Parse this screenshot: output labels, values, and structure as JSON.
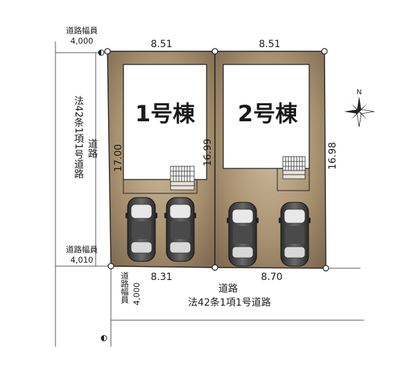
{
  "plot1": {
    "building_label": "1号棟",
    "top_width": "8.51",
    "bottom_width": "8.31",
    "left_depth": "17.00",
    "right_depth": "16.99"
  },
  "plot2": {
    "building_label": "2号棟",
    "top_width": "8.51",
    "bottom_width": "8.70",
    "right_depth": "16.98"
  },
  "road_width_top": {
    "label": "道路幅員",
    "value": "4,000"
  },
  "road_width_mid": {
    "label": "道路幅員",
    "value": "4,010"
  },
  "road_width_bottom": {
    "label": "道路幅員",
    "value": "4,000"
  },
  "left_road": {
    "line1": "法42条1項1号道路",
    "line2": "道路"
  },
  "bottom_road": {
    "line1": "道路",
    "line2": "法42条1項1号道路"
  },
  "compass": {
    "label": "N"
  },
  "colors": {
    "lot": "#8f7b62",
    "lot_light": "#c5b396",
    "building": "#ffffff",
    "outline": "#222222",
    "car": "#3b3b3b"
  }
}
